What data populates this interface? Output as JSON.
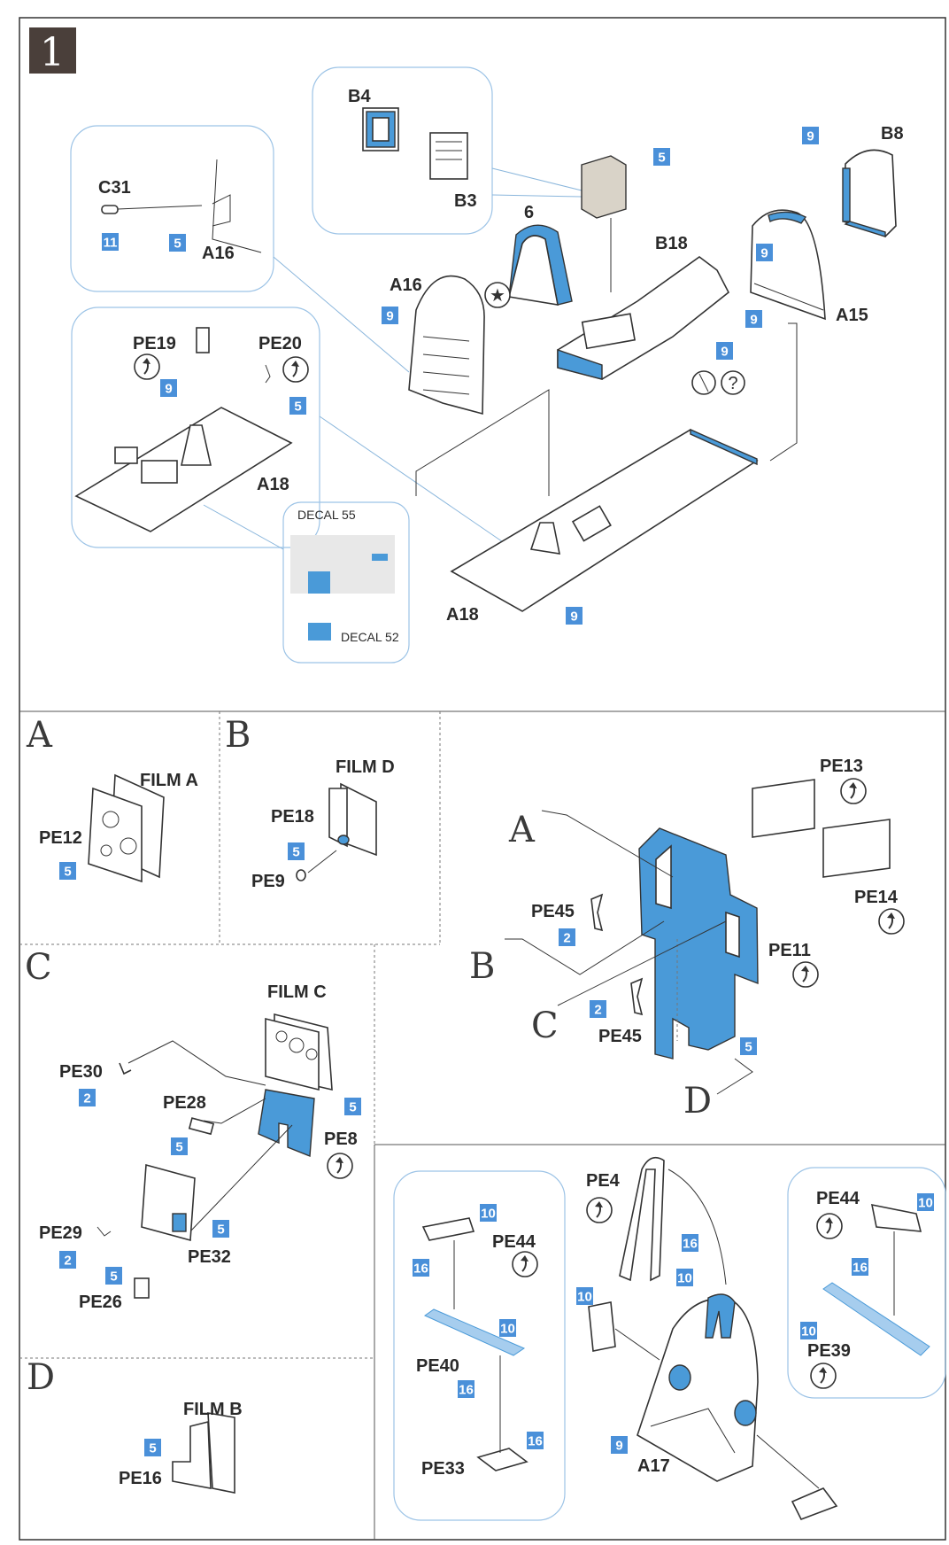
{
  "step_number": "1",
  "colors": {
    "paint_badge": "#4a90d9",
    "blue_fill": "#4a9ad8",
    "callout": "#9cc3e6"
  },
  "main": {
    "part_labels": [
      "B4",
      "B3",
      "C31",
      "A16",
      "6",
      "B18",
      "A16",
      "A15",
      "B8",
      "PE19",
      "PE20",
      "A18",
      "A18"
    ],
    "paint_codes": [
      "11",
      "5",
      "5",
      "9",
      "9",
      "9",
      "9",
      "9",
      "9",
      "5",
      "9"
    ],
    "decals": [
      "DECAL 55",
      "DECAL 52"
    ],
    "icons": [
      "star-icon",
      "striped-circle-icon",
      "question-icon",
      "flip-icon"
    ]
  },
  "section_a": {
    "letter": "A",
    "film": "FILM A",
    "part_labels": [
      "PE12"
    ],
    "paint_codes": [
      "5"
    ]
  },
  "section_b": {
    "letter": "B",
    "film": "FILM D",
    "part_labels": [
      "PE18",
      "PE9"
    ],
    "paint_codes": [
      "5"
    ]
  },
  "section_c": {
    "letter": "C",
    "film": "FILM C",
    "part_labels": [
      "PE30",
      "PE28",
      "PE8",
      "PE29",
      "PE32",
      "PE26"
    ],
    "paint_codes": [
      "2",
      "5",
      "5",
      "2",
      "5",
      "5"
    ]
  },
  "section_d": {
    "letter": "D",
    "film": "FILM B",
    "part_labels": [
      "PE16"
    ],
    "paint_codes": [
      "5"
    ]
  },
  "panel_assembly": {
    "letters": [
      "A",
      "B",
      "C",
      "D"
    ],
    "part_labels": [
      "PE13",
      "PE14",
      "PE45",
      "PE11",
      "PE45"
    ],
    "paint_codes": [
      "2",
      "2",
      "5"
    ]
  },
  "seat": {
    "part_labels": [
      "PE4",
      "PE44",
      "PE40",
      "PE33",
      "A17",
      "PE44",
      "PE39"
    ],
    "paint_codes": [
      "10",
      "16",
      "10",
      "16",
      "16",
      "16",
      "10",
      "10",
      "9",
      "10",
      "16",
      "10"
    ]
  }
}
